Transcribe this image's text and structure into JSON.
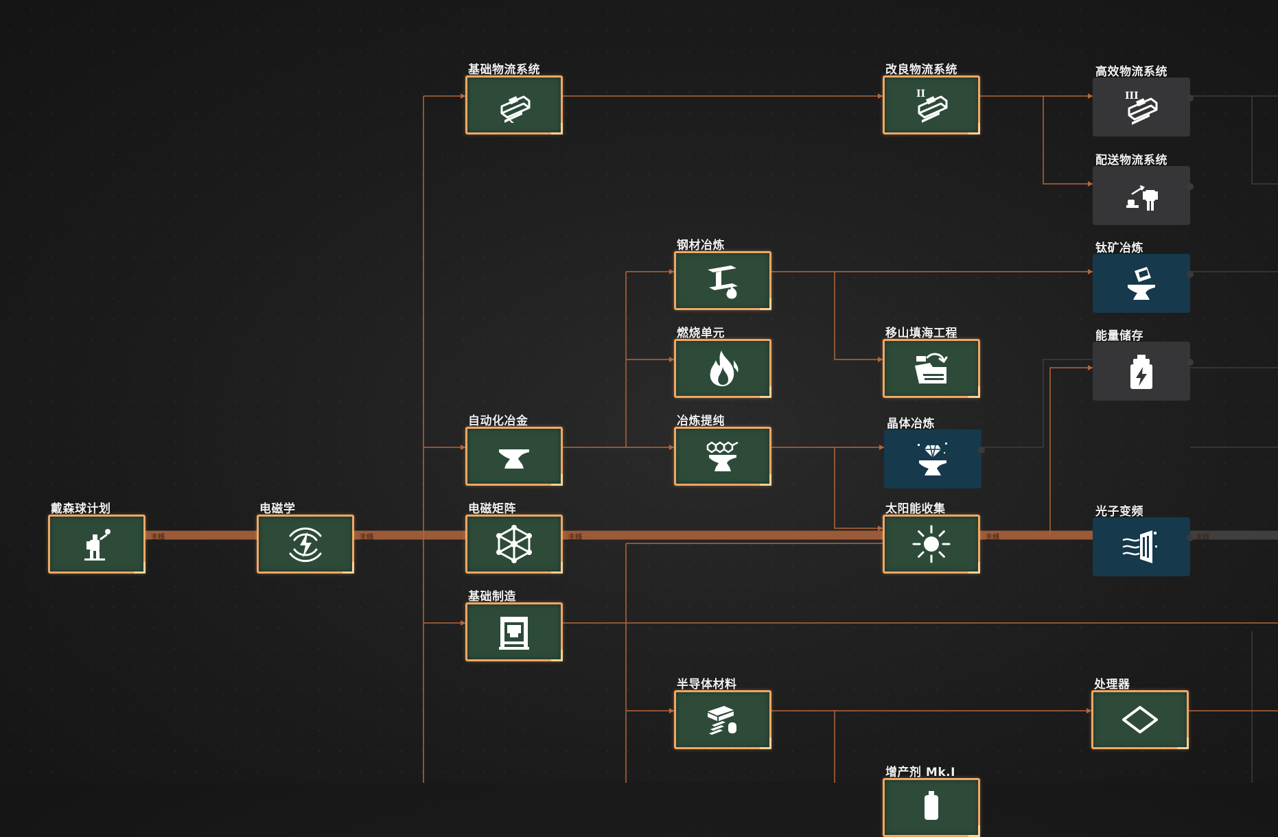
{
  "nodes": [
    {
      "id": "dyson",
      "title": "戴森球计划",
      "style": "green",
      "icon": "mech-flag-icon"
    },
    {
      "id": "em",
      "title": "电磁学",
      "style": "green",
      "icon": "lightning-wave-icon"
    },
    {
      "id": "basic_logistics",
      "title": "基础物流系统",
      "style": "green",
      "icon": "conveyor-icon"
    },
    {
      "id": "auto_metallurgy",
      "title": "自动化冶金",
      "style": "green",
      "icon": "anvil-icon"
    },
    {
      "id": "em_matrix",
      "title": "电磁矩阵",
      "style": "green",
      "icon": "matrix-cube-icon"
    },
    {
      "id": "basic_assembling",
      "title": "基础制造",
      "style": "green",
      "icon": "assembler-icon"
    },
    {
      "id": "steel",
      "title": "钢材冶炼",
      "style": "green",
      "icon": "steel-beam-icon"
    },
    {
      "id": "combustion",
      "title": "燃烧单元",
      "style": "green",
      "icon": "fire-icon"
    },
    {
      "id": "smelting_purification",
      "title": "冶炼提纯",
      "style": "green",
      "icon": "molecule-anvil-icon"
    },
    {
      "id": "semiconductor",
      "title": "半导体材料",
      "style": "green",
      "icon": "chip-stack-icon"
    },
    {
      "id": "improved_logistics",
      "title": "改良物流系统",
      "style": "green",
      "icon": "conveyor-ii-icon"
    },
    {
      "id": "landfill",
      "title": "移山填海工程",
      "style": "green",
      "icon": "terraform-icon"
    },
    {
      "id": "crystal_smelting",
      "title": "晶体冶炼",
      "style": "blue",
      "icon": "crystal-anvil-icon"
    },
    {
      "id": "solar",
      "title": "太阳能收集",
      "style": "green",
      "icon": "sun-icon"
    },
    {
      "id": "proliferator",
      "title": "增产剂 Mk.I",
      "style": "green",
      "icon": "proliferator-icon"
    },
    {
      "id": "high_logistics",
      "title": "高效物流系统",
      "style": "gray",
      "icon": "conveyor-iii-icon"
    },
    {
      "id": "distribution",
      "title": "配送物流系统",
      "style": "gray",
      "icon": "drone-delivery-icon"
    },
    {
      "id": "titanium",
      "title": "钛矿冶炼",
      "style": "blue",
      "icon": "titanium-anvil-icon"
    },
    {
      "id": "energy_storage",
      "title": "能量储存",
      "style": "gray",
      "icon": "battery-icon"
    },
    {
      "id": "photon",
      "title": "光子变频",
      "style": "blue",
      "icon": "photon-panel-icon"
    },
    {
      "id": "processor",
      "title": "处理器",
      "style": "green",
      "icon": "processor-icon"
    }
  ],
  "trunk_label": "主线",
  "colors": {
    "node_border": "#f0a865",
    "node_fill_unlocked": "#2e4b3a",
    "node_fill_locked": "#363638",
    "node_fill_available": "#16394c",
    "connector": "#b5673c",
    "trunk": "#9b5a38",
    "trunk_locked": "#3f3f3f"
  }
}
